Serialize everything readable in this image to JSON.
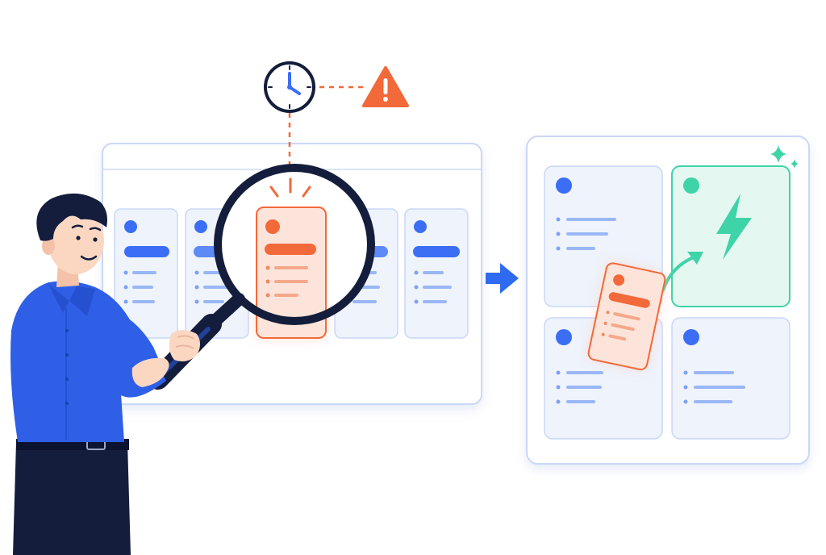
{
  "scene": {
    "description_free": true,
    "colors": {
      "primary_blue": "#3b6ef5",
      "panel_border": "#c9d8f7",
      "panel_fill": "#ffffff",
      "card_fill": "#eef3fc",
      "card_border": "#c9d8f7",
      "highlight_orange": "#f2693a",
      "highlight_card_fill": "#fde4da",
      "success_green": "#3fd3a8",
      "success_card_fill": "#e4f8f1",
      "ink_navy": "#141d3b",
      "shirt_blue": "#2f5fe6",
      "skin": "#fbd7c2"
    },
    "icons": {
      "clock": "clock-icon",
      "warning": "warning-triangle-icon",
      "magnifier": "magnifying-glass-icon",
      "arrow": "arrow-right-icon",
      "lightning": "lightning-bolt-icon",
      "sparkle": "sparkle-icon",
      "curved_arrow": "curved-arrow-icon"
    },
    "before_board": {
      "columns": 5,
      "highlighted_column": 3
    },
    "after_board": {
      "slots": 4,
      "success_slot": 2
    }
  }
}
